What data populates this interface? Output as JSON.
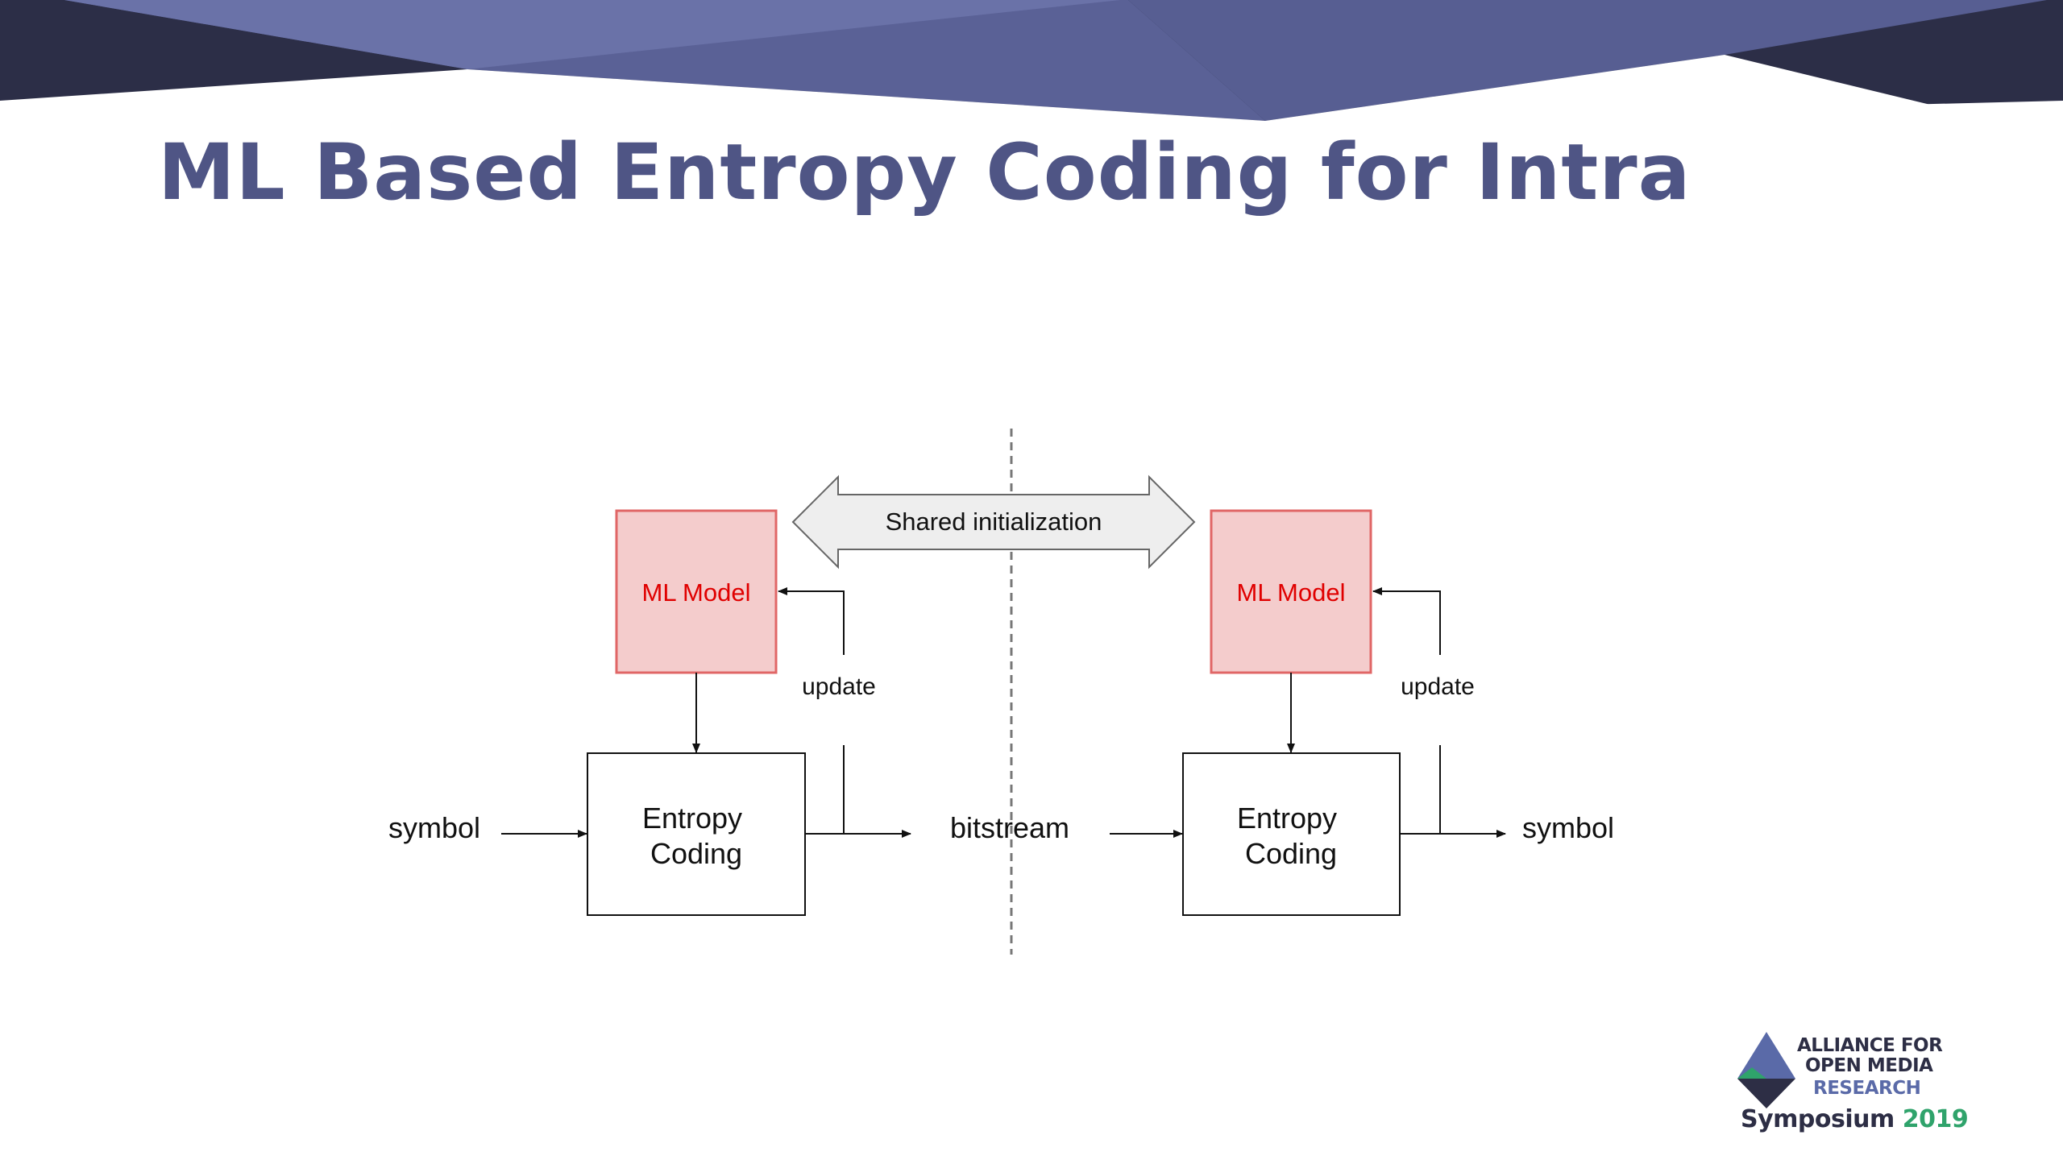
{
  "slide": {
    "title": "ML Based Entropy Coding for Intra",
    "colors": {
      "banner_dark": "#2c2e47",
      "banner_mid": "#5a6196",
      "banner_light": "#6a72a8",
      "title": "#4f5585",
      "ml_fill": "#f4cccc",
      "ml_border": "#e06666",
      "ml_text": "#e00000",
      "arrow_fill": "#eeeeee"
    }
  },
  "diagram": {
    "shared_label": "Shared initialization",
    "encoder": {
      "ml_model_label": "ML Model",
      "update_label": "update",
      "entropy_line1": "Entropy",
      "entropy_line2": "Coding",
      "input_label": "symbol"
    },
    "bitstream_label": "bitstream",
    "decoder": {
      "ml_model_label": "ML Model",
      "update_label": "update",
      "entropy_line1": "Entropy",
      "entropy_line2": "Coding",
      "output_label": "symbol"
    }
  },
  "logo": {
    "line1": "ALLIANCE FOR",
    "line2": "OPEN MEDIA",
    "line3": "RESEARCH",
    "line4_word": "Symposium",
    "line4_year": "2019"
  }
}
